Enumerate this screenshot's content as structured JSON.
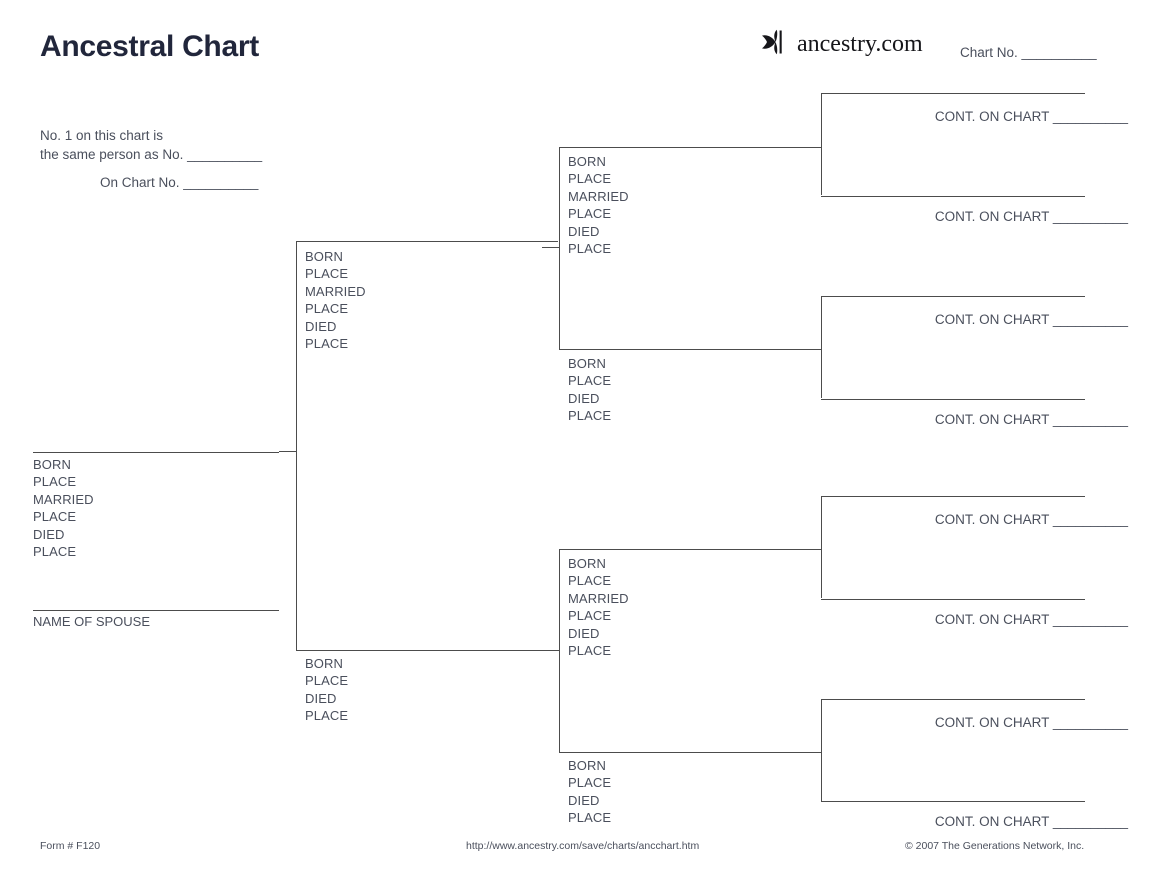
{
  "page": {
    "title": "Ancestral Chart",
    "chart_no_label": "Chart No. __________",
    "note_line1": "No. 1 on this chart is",
    "note_line2": "the same person as No. __________",
    "note_line3": "On Chart No. __________"
  },
  "logo": {
    "icon": "ancestry-leaf-icon",
    "text": "ancestry.com"
  },
  "labels": {
    "born": "BORN",
    "place": "PLACE",
    "married": "MARRIED",
    "died": "DIED",
    "name_of_spouse": "NAME OF SPOUSE",
    "cont_on_chart": "CONT. ON CHART __________"
  },
  "person1": {
    "fields": [
      "BORN",
      "PLACE",
      "MARRIED",
      "PLACE",
      "DIED",
      "PLACE"
    ],
    "spouse_label": "NAME OF SPOUSE"
  },
  "generation2": [
    {
      "role": "father",
      "fields": [
        "BORN",
        "PLACE",
        "MARRIED",
        "PLACE",
        "DIED",
        "PLACE"
      ]
    },
    {
      "role": "mother",
      "fields": [
        "BORN",
        "PLACE",
        "DIED",
        "PLACE"
      ]
    }
  ],
  "generation3": [
    {
      "role": "father",
      "fields": [
        "BORN",
        "PLACE",
        "MARRIED",
        "PLACE",
        "DIED",
        "PLACE"
      ]
    },
    {
      "role": "mother",
      "fields": [
        "BORN",
        "PLACE",
        "DIED",
        "PLACE"
      ]
    },
    {
      "role": "father",
      "fields": [
        "BORN",
        "PLACE",
        "MARRIED",
        "PLACE",
        "DIED",
        "PLACE"
      ]
    },
    {
      "role": "mother",
      "fields": [
        "BORN",
        "PLACE",
        "DIED",
        "PLACE"
      ]
    }
  ],
  "generation4": [
    {
      "cont": "CONT. ON CHART __________"
    },
    {
      "cont": "CONT. ON CHART __________"
    },
    {
      "cont": "CONT. ON CHART __________"
    },
    {
      "cont": "CONT. ON CHART __________"
    },
    {
      "cont": "CONT. ON CHART __________"
    },
    {
      "cont": "CONT. ON CHART __________"
    },
    {
      "cont": "CONT. ON CHART __________"
    },
    {
      "cont": "CONT. ON CHART __________"
    }
  ],
  "footer": {
    "form_number": "Form # F120",
    "url": "http://www.ancestry.com/save/charts/ancchart.htm",
    "copyright": "© 2007 The Generations Network, Inc."
  },
  "colors": {
    "ink": "#4a4f5c",
    "title": "#21263b",
    "rule": "#4c4c4c",
    "background": "#ffffff"
  }
}
